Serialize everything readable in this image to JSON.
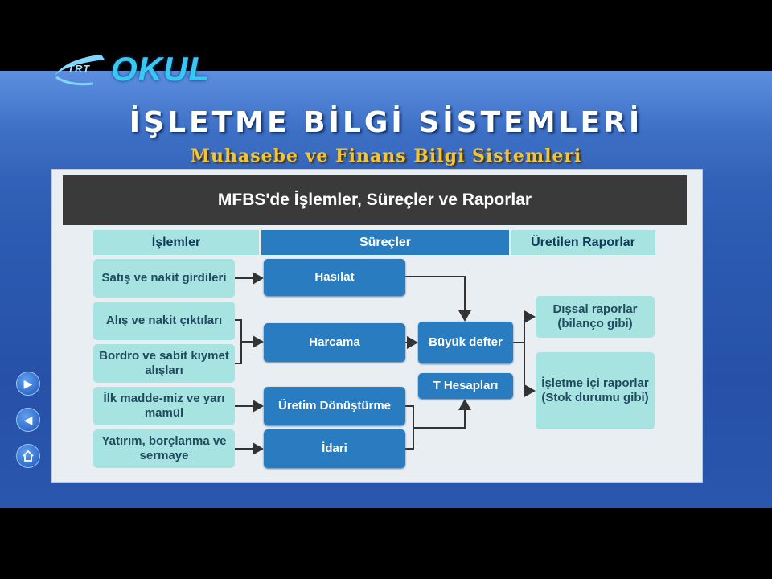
{
  "logo": {
    "small": "TRT",
    "main": "OKUL"
  },
  "title": "İŞLETME BİLGİ SİSTEMLERİ",
  "subtitle": "Muhasebe ve Finans Bilgi Sistemleri",
  "diagram": {
    "heading": "MFBS'de İşlemler, Süreçler ve Raporlar",
    "columns": [
      "İşlemler",
      "Süreçler",
      "Üretilen Raporlar"
    ],
    "transactions": [
      "Satış ve nakit girdileri",
      "Alış ve nakit çıktıları",
      "Bordro ve sabit kıymet alışları",
      "İlk madde-miz ve yarı mamül",
      "Yatırım, borçlanma ve sermaye"
    ],
    "processes": [
      "Hasılat",
      "Harcama",
      "Üretim Dönüştürme",
      "İdari"
    ],
    "ledger": "Büyük defter",
    "t_accounts": "T Hesapları",
    "reports": [
      "Dışsal raporlar (bilanço gibi)",
      "İşletme içi raporlar (Stok durumu gibi)"
    ]
  },
  "nav": {
    "next_icon": "play-right-icon",
    "prev_icon": "play-left-icon",
    "home_icon": "home-icon"
  },
  "colors": {
    "accent": "#2a7cc0",
    "light_box": "#a6e3e1",
    "header": "#3a3a3a",
    "subtitle": "#f2c43a"
  }
}
